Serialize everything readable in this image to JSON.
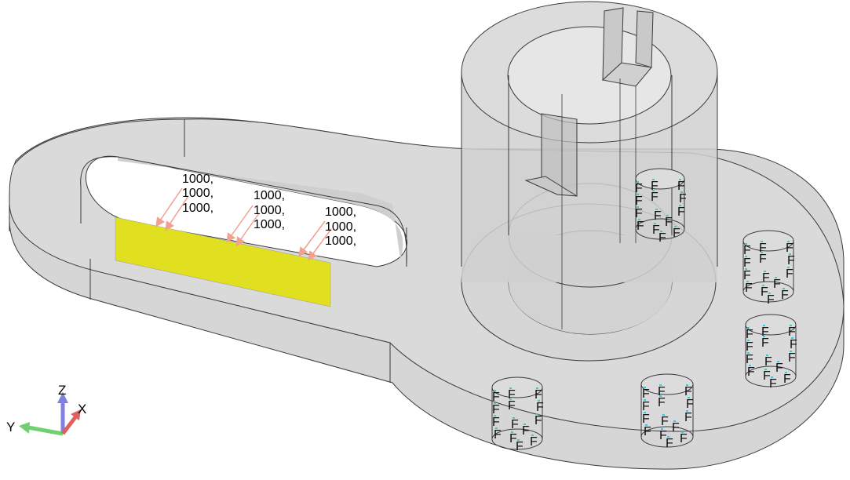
{
  "load_labels": [
    [
      "1000,",
      "1000,",
      "1000,"
    ],
    [
      "1000,",
      "1000,",
      "1000,"
    ],
    [
      "1000,",
      "1000,",
      "1000,"
    ]
  ],
  "constraint_label": "F",
  "axes": {
    "x": "X",
    "y": "Y",
    "z": "Z"
  },
  "colors": {
    "part_fill": "#d9d9d9",
    "edge": "#3a3a3a",
    "selected_face": "#e0e020",
    "load_arrow": "#f2a090",
    "axis_x": "#e06060",
    "axis_y": "#70d070",
    "axis_z": "#8080e0",
    "constraint_mark": "#40c8d0"
  },
  "icons": [
    "load-arrow-icon",
    "triad-icon"
  ]
}
